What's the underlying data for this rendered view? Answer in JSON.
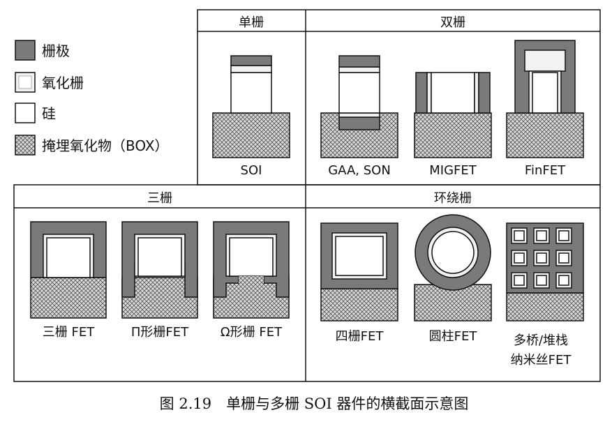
{
  "legend": [
    {
      "label": "栅极",
      "pattern": "gate"
    },
    {
      "label": "氧化栅",
      "pattern": "oxide"
    },
    {
      "label": "硅",
      "pattern": "silicon"
    },
    {
      "label": "掩埋氧化物（BOX）",
      "pattern": "box"
    }
  ],
  "sections": {
    "single_gate": "单栅",
    "double_gate": "双栅",
    "tri_gate": "三栅",
    "surround_gate": "环绕栅"
  },
  "devices": {
    "soi": "SOI",
    "gaa_son": "GAA, SON",
    "migfet": "MIGFET",
    "finfet": "FinFET",
    "trigate_fet": "三栅 FET",
    "pi_gate_fet": "Π形栅FET",
    "omega_gate_fet": "Ω形栅 FET",
    "quad_gate_fet": "四栅FET",
    "cylinder_fet": "圆柱FET",
    "multibridge_line1": "多桥/堆栈",
    "multibridge_line2": "纳米丝FET"
  },
  "caption": "图 2.19　单栅与多栅 SOI 器件的横截面示意图",
  "colors": {
    "gate": "#7a7a7a",
    "oxide": "#f2f2f2",
    "silicon": "#ffffff",
    "box_bg": "#d9d9d9",
    "box_hatch": "#555555",
    "stroke": "#111111"
  }
}
